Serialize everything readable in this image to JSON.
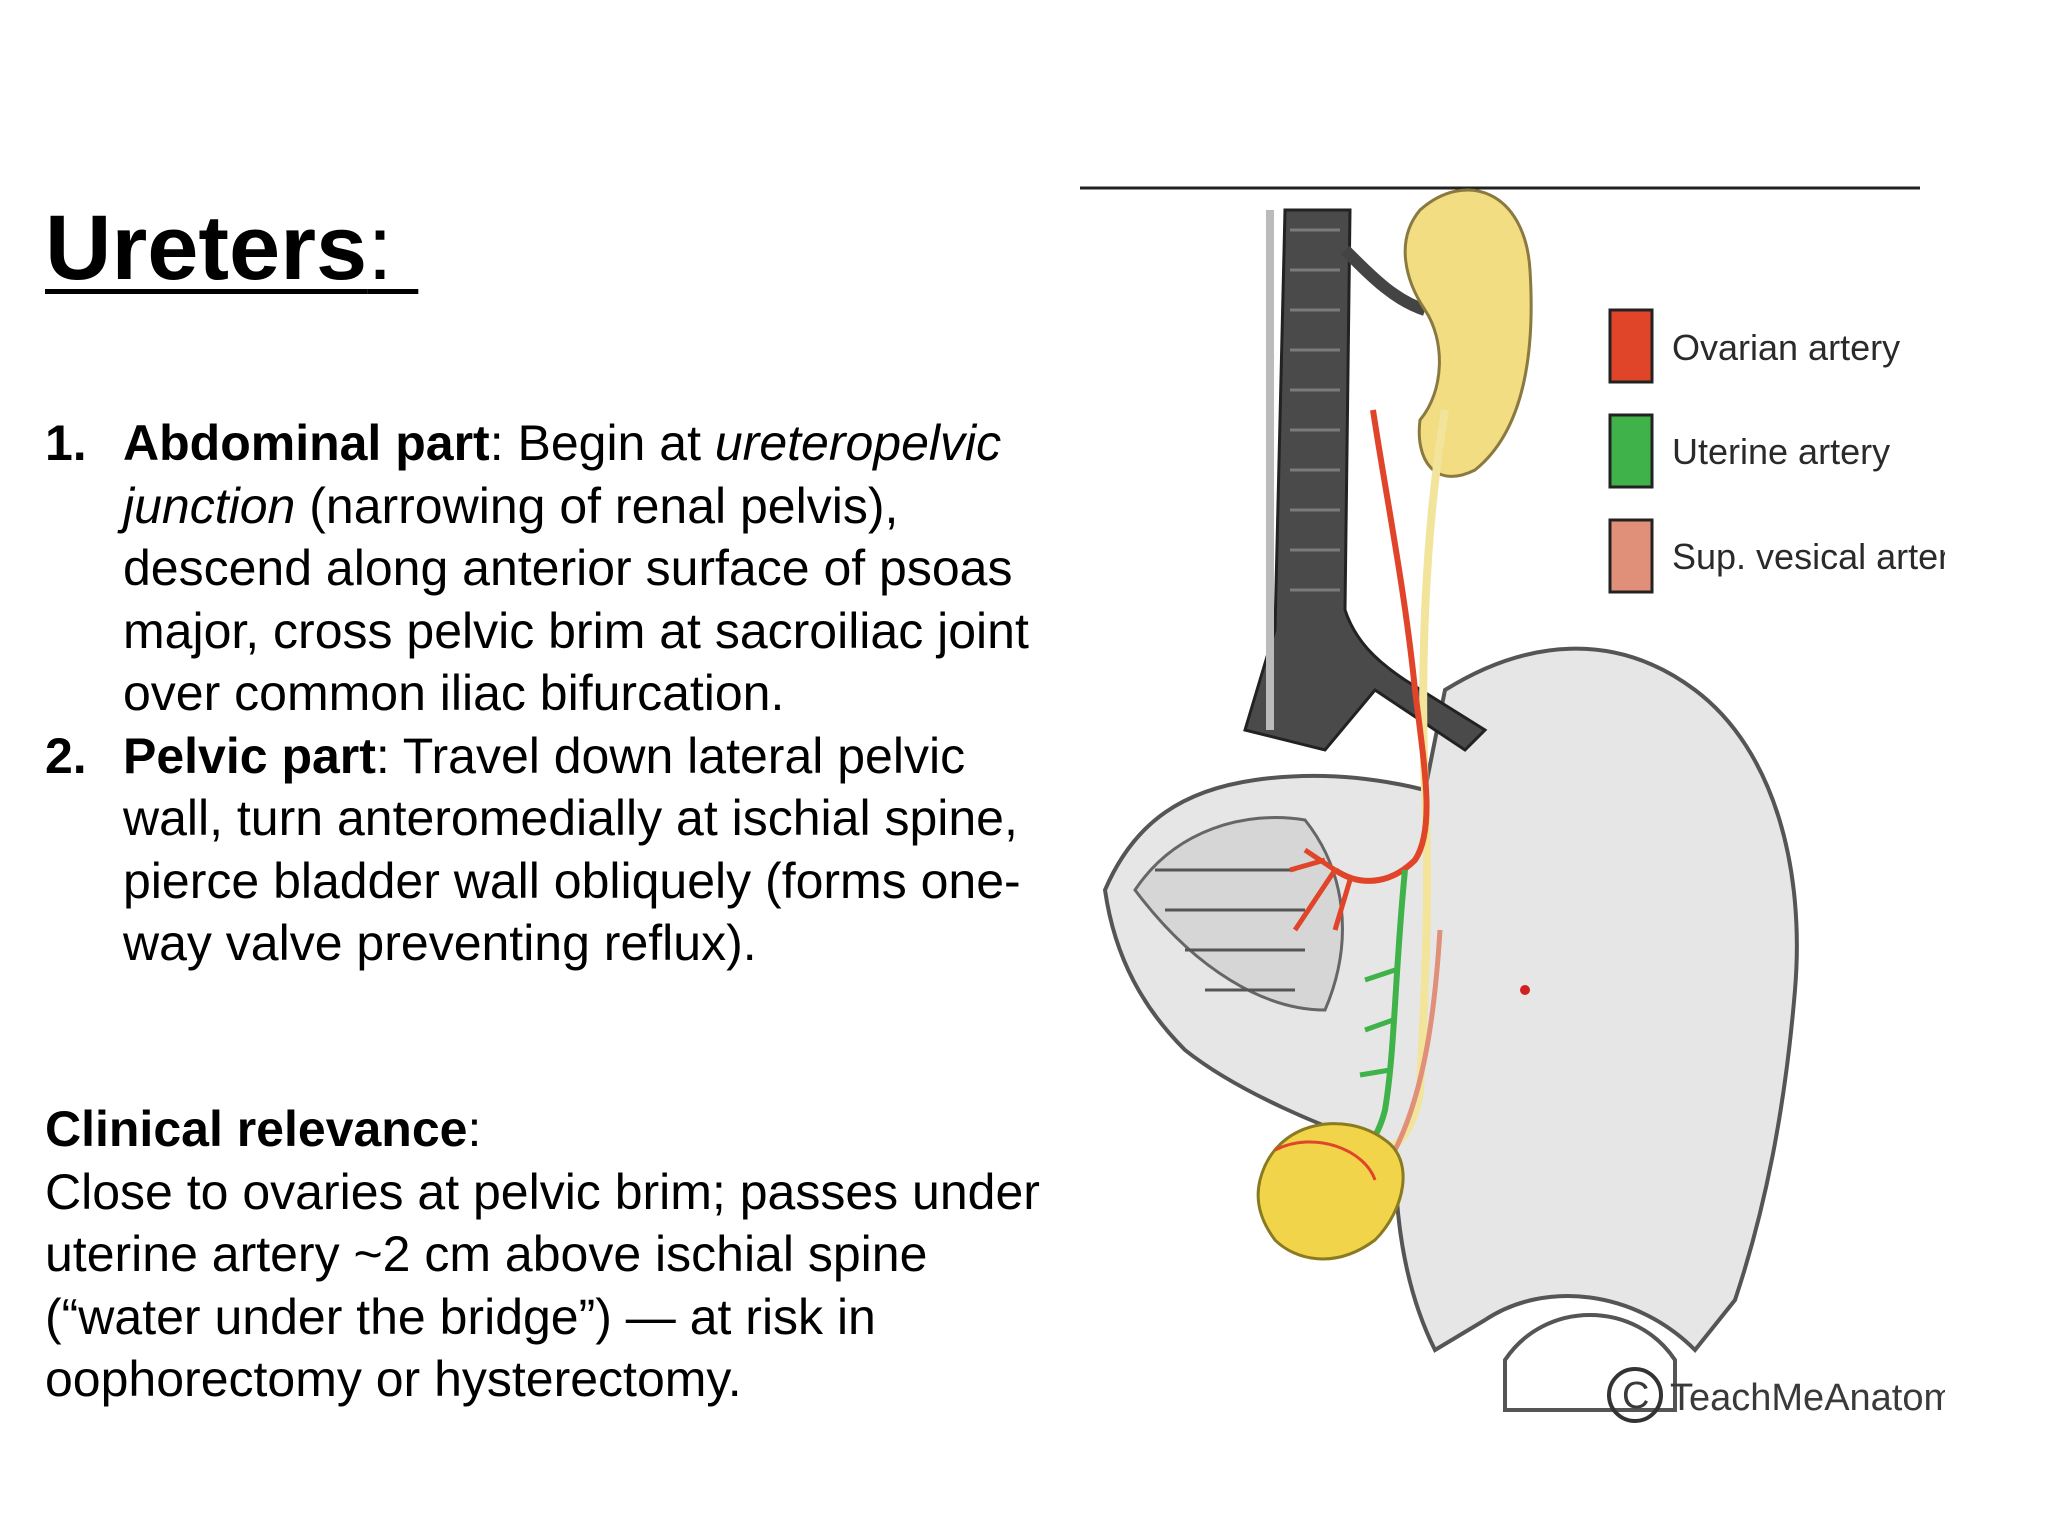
{
  "title": {
    "word": "Ureters",
    "colon": ": "
  },
  "items": [
    {
      "num": "1.",
      "term": "Abdominal part",
      "sep": ": ",
      "pre": "Begin at ",
      "italic": "ureteropelvic junction",
      "post": " (narrowing of renal pelvis), descend along anterior surface of psoas major, cross pelvic brim at sacroiliac joint over common iliac bifurcation."
    },
    {
      "num": "2.",
      "term": "Pelvic part",
      "sep": ": ",
      "text": "Travel down lateral pelvic wall, turn anteromedially at ischial spine, pierce bladder wall obliquely (forms one-way valve preventing reflux)."
    }
  ],
  "clinical": {
    "heading": "Clinical relevance",
    "colon": ":",
    "text": "Close to ovaries at pelvic brim; passes under uterine artery ~2 cm above ischial spine (“water under the bridge”) — at risk in oophorectomy or hysterectomy."
  },
  "figure": {
    "legend": [
      {
        "label": "Ovarian artery",
        "color": "#e0452a"
      },
      {
        "label": "Uterine artery",
        "color": "#3fb34a"
      },
      {
        "label": "Sup. vesical artery",
        "color": "#e09078"
      }
    ],
    "credit": "TeachMeAnatomy",
    "credit_symbol": "C"
  }
}
